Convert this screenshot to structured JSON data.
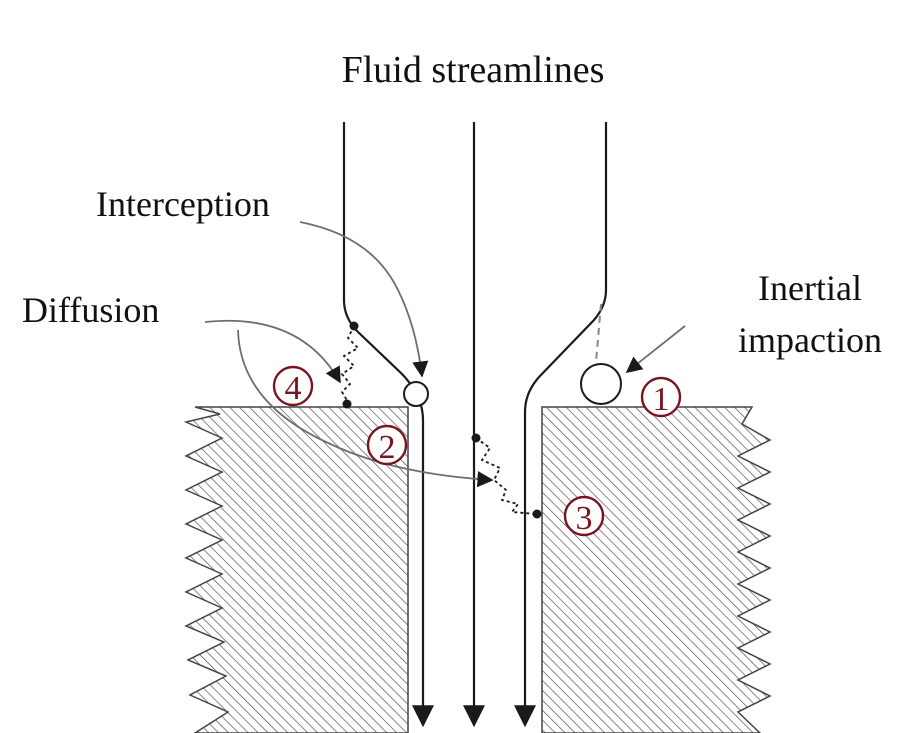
{
  "title": "Fluid streamlines",
  "labels": {
    "interception": "Interception",
    "diffusion": "Diffusion",
    "inertial_line1": "Inertial",
    "inertial_line2": "impaction"
  },
  "markers": {
    "m1": "1",
    "m2": "2",
    "m3": "3",
    "m4": "4"
  },
  "colors": {
    "ink": "#1a1a1a",
    "marker": "#7a1420",
    "hatch": "#555555",
    "arrow_line": "#6e6e6e"
  }
}
